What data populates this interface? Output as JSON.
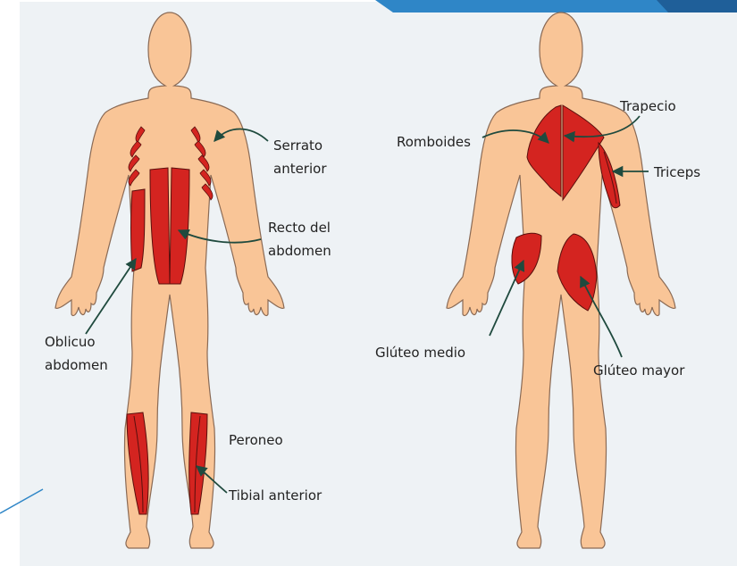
{
  "colors": {
    "skin": "#F9C597",
    "skin_outline": "#8a6a55",
    "muscle": "#D42420",
    "muscle_outline": "#5a0f0d",
    "panel": "#EEF2F5",
    "arrow": "#1f4a3e",
    "accent_blue": "#2f86c7",
    "accent_blue_dark": "#1f5f99"
  },
  "figures": [
    {
      "view": "front",
      "labels": {
        "serrato_1": "Serrato",
        "serrato_2": "anterior",
        "recto_1": "Recto del",
        "recto_2": "abdomen",
        "oblicuo_1": "Oblicuo",
        "oblicuo_2": "abdomen",
        "peroneo": "Peroneo",
        "tibial": "Tibial anterior"
      }
    },
    {
      "view": "back",
      "labels": {
        "romboides": "Romboides",
        "trapecio": "Trapecio",
        "triceps": "Triceps",
        "gluteo_medio": "Glúteo medio",
        "gluteo_mayor": "Glúteo mayor"
      }
    }
  ]
}
